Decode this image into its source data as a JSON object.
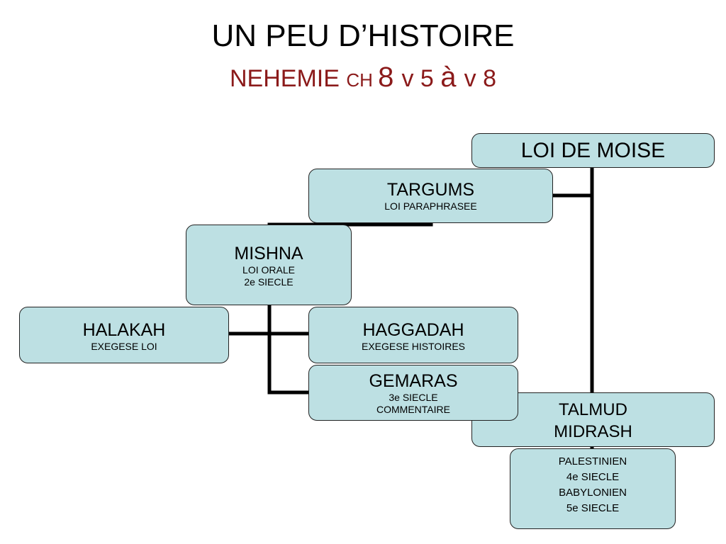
{
  "title": {
    "main": "UN PEU D’HISTOIRE",
    "sub_parts": [
      "NEHEMIE ",
      "CH ",
      "8 ",
      "v 5 ",
      "à ",
      "v 8"
    ]
  },
  "nodes": {
    "loi_de_moise": {
      "title": "LOI DE MOISE"
    },
    "targums": {
      "title": "TARGUMS",
      "lines": [
        "LOI PARAPHRASEE"
      ]
    },
    "mishna": {
      "title": "MISHNA",
      "lines": [
        "LOI ORALE",
        "2e SIECLE"
      ]
    },
    "halakah": {
      "title": "HALAKAH",
      "lines": [
        "EXEGESE LOI"
      ]
    },
    "haggadah": {
      "title": "HAGGADAH",
      "lines": [
        "EXEGESE HISTOIRES"
      ]
    },
    "gemaras": {
      "title": "GEMARAS",
      "lines": [
        "3e SIECLE",
        "COMMENTAIRE"
      ]
    },
    "talmud": {
      "lines": [
        "TALMUD",
        "MIDRASH"
      ]
    },
    "talmud_details": {
      "lines": [
        "PALESTINIEN",
        "4e  SIECLE",
        "BABYLONIEN",
        "5e SIECLE"
      ]
    }
  },
  "colors": {
    "box_fill": "#bde0e3",
    "title_accent": "#8b1a1a",
    "connector": "#000000"
  }
}
